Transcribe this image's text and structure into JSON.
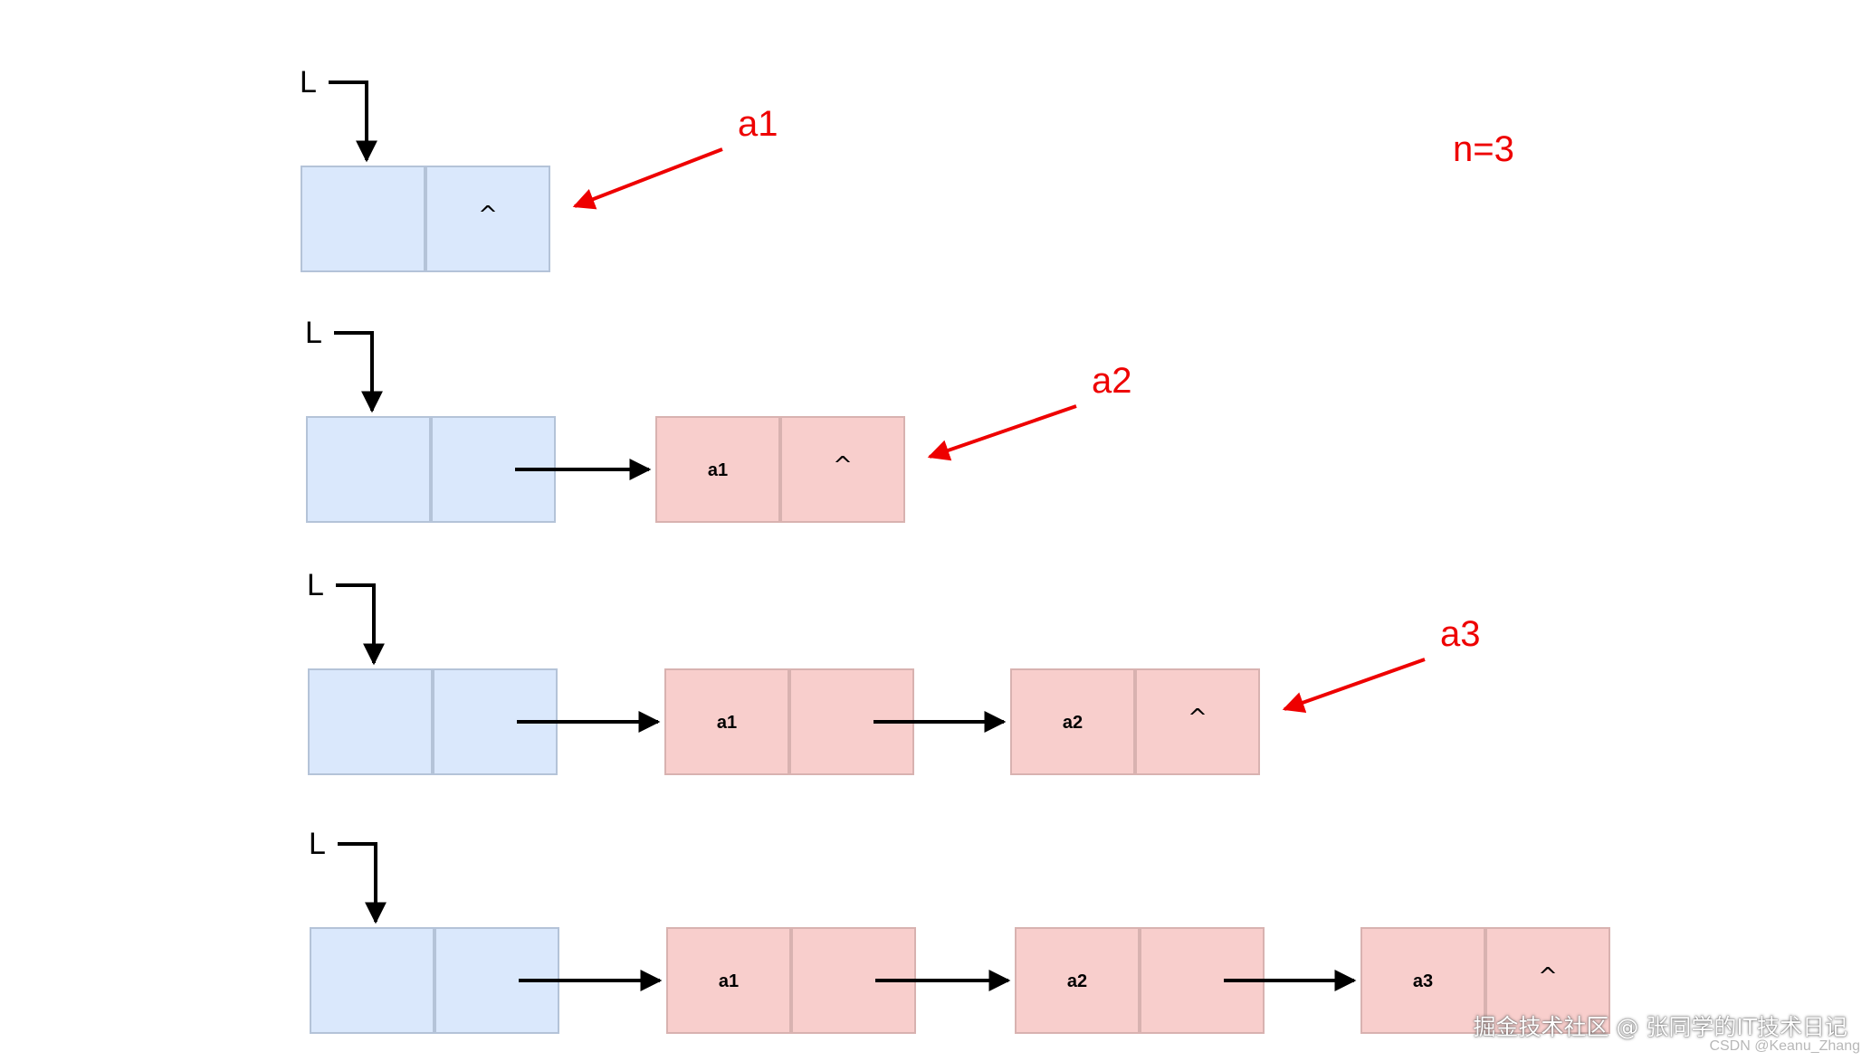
{
  "head_pointer_label": "L",
  "null_symbol": "^",
  "count_label": "n=3",
  "rows": [
    {
      "nodes": [
        {
          "kind": "head",
          "data": "",
          "next_null": true
        }
      ],
      "annotation": "a1"
    },
    {
      "nodes": [
        {
          "kind": "head",
          "data": "",
          "next_null": false
        },
        {
          "kind": "data",
          "data": "a1",
          "next_null": true
        }
      ],
      "annotation": "a2"
    },
    {
      "nodes": [
        {
          "kind": "head",
          "data": "",
          "next_null": false
        },
        {
          "kind": "data",
          "data": "a1",
          "next_null": false
        },
        {
          "kind": "data",
          "data": "a2",
          "next_null": true
        }
      ],
      "annotation": "a3"
    },
    {
      "nodes": [
        {
          "kind": "head",
          "data": "",
          "next_null": false
        },
        {
          "kind": "data",
          "data": "a1",
          "next_null": false
        },
        {
          "kind": "data",
          "data": "a2",
          "next_null": false
        },
        {
          "kind": "data",
          "data": "a3",
          "next_null": true
        }
      ],
      "annotation": ""
    }
  ],
  "watermark": {
    "primary": "掘金技术社区 @ 张同学的IT技术日记",
    "secondary": "CSDN @Keanu_Zhang"
  },
  "colors": {
    "head_node": "#dae8fc",
    "data_node": "#f8cecc",
    "annotation": "#ee0000",
    "arrow": "#000000"
  }
}
